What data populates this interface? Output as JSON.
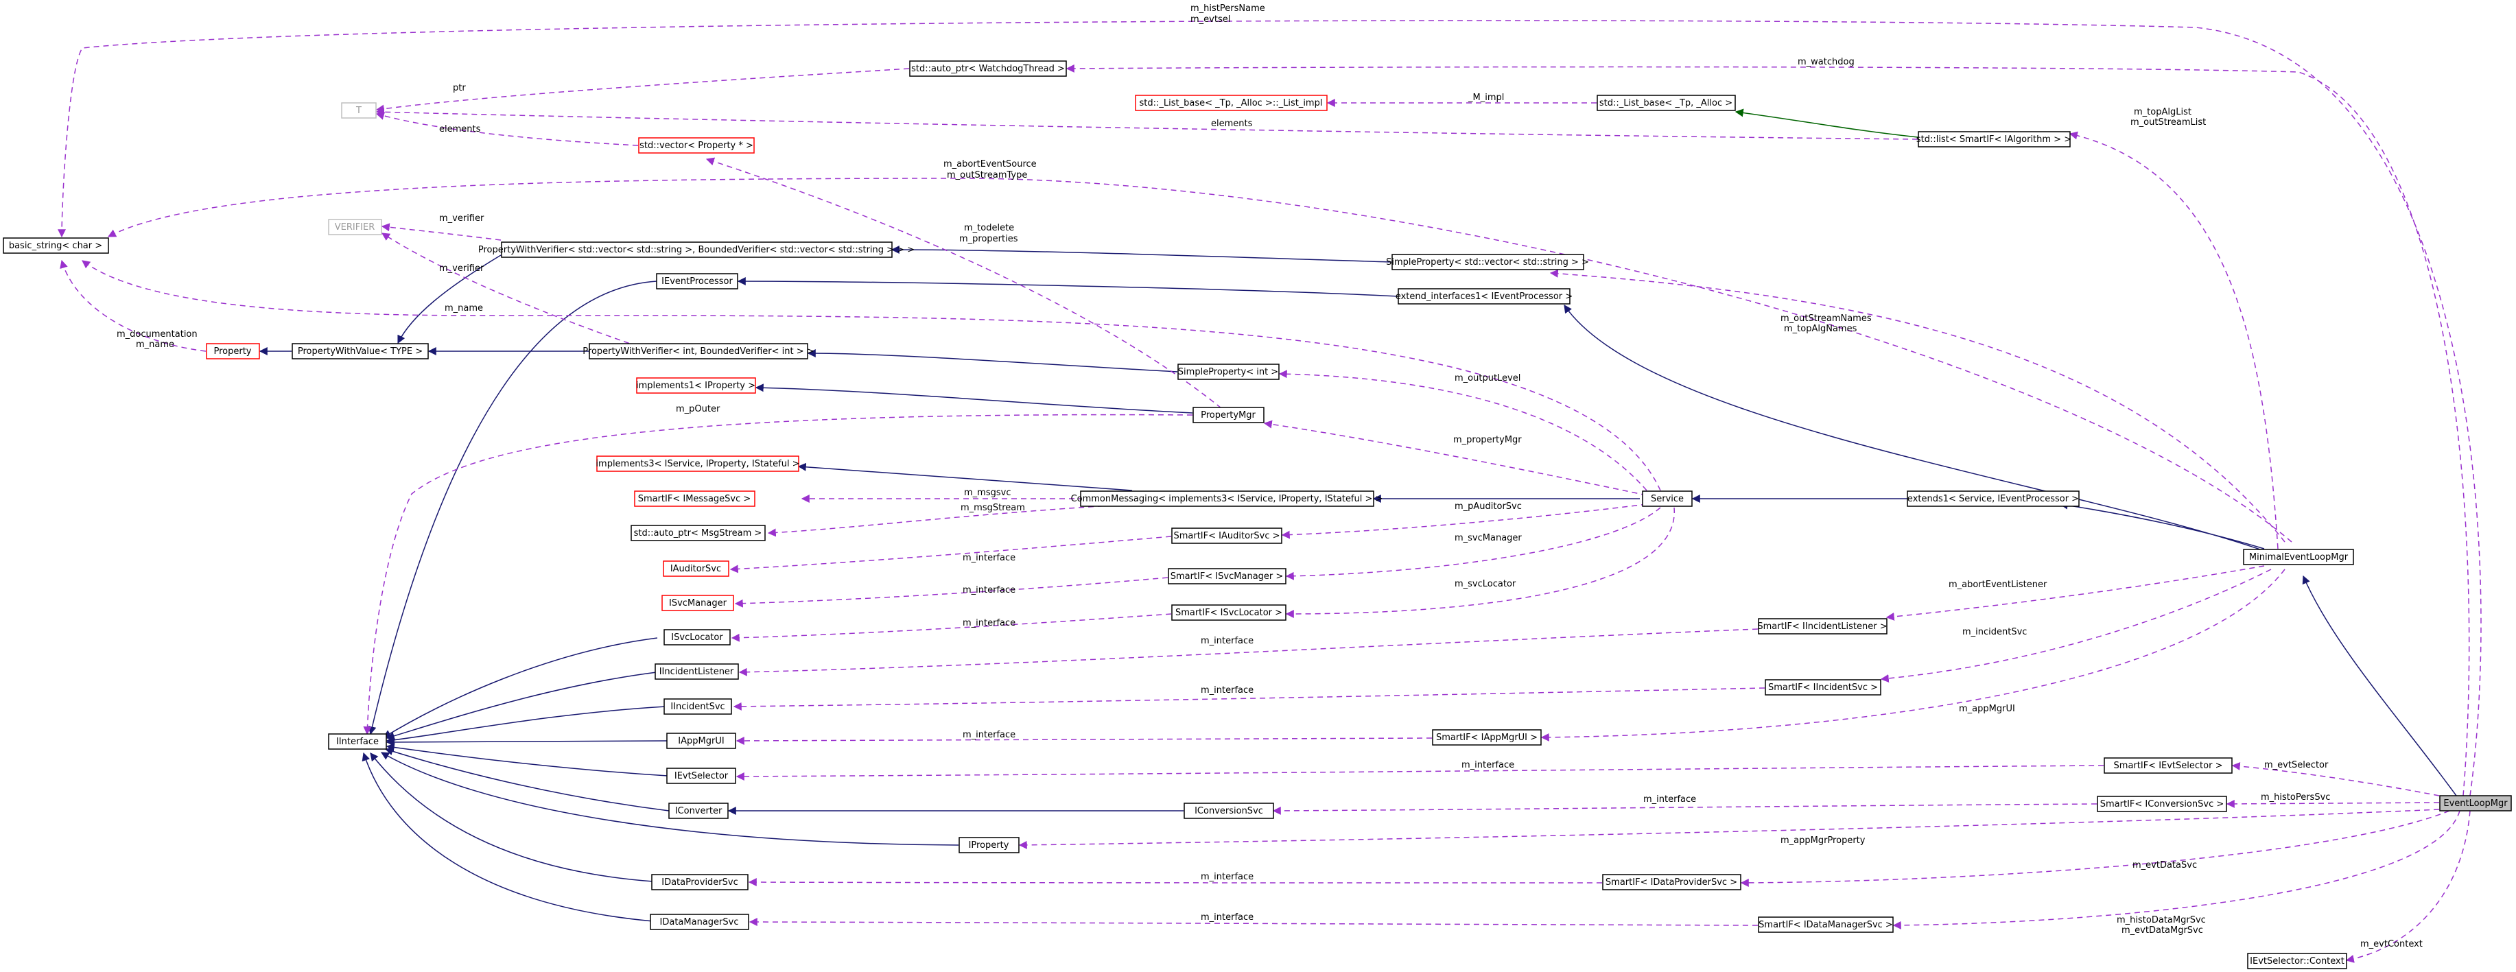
{
  "nodes": {
    "eventloopmgr": "EventLoopMgr",
    "minimaleventloopmgr": "MinimalEventLoopMgr",
    "extends1": "extends1< Service, IEventProcessor >",
    "service": "Service",
    "commonmessaging": "CommonMessaging< implements3< IService, IProperty, IStateful > >",
    "implements3": "implements3< IService, IProperty, IStateful >",
    "smartif_imessagesvc": "SmartIF< IMessageSvc >",
    "autoptr_msgstream": "std::auto_ptr< MsgStream >",
    "iauditorsvc": "IAuditorSvc",
    "isvcmanager": "ISvcManager",
    "isvclocator": "ISvcLocator",
    "iincidentlistener": "IIncidentListener",
    "iincidentsvc": "IIncidentSvc",
    "iappmgrui": "IAppMgrUI",
    "ievtselector": "IEvtSelector",
    "iconverter": "IConverter",
    "iconversionsvc": "IConversionSvc",
    "iproperty": "IProperty",
    "idataprovidersvc": "IDataProviderSvc",
    "idatamanagersvc": "IDataManagerSvc",
    "iinterface": "IInterface",
    "smartif_iauditorsvc": "SmartIF< IAuditorSvc >",
    "smartif_isvcmanager": "SmartIF< ISvcManager >",
    "smartif_isvclocator": "SmartIF< ISvcLocator >",
    "smartif_iincidentlistener": "SmartIF< IIncidentListener >",
    "smartif_iincidentsvc": "SmartIF< IIncidentSvc >",
    "smartif_iappmgrui": "SmartIF< IAppMgrUI >",
    "smartif_ievtselector": "SmartIF< IEvtSelector >",
    "smartif_iconversionsvc": "SmartIF< IConversionSvc >",
    "smartif_idataprovidersvc": "SmartIF< IDataProviderSvc >",
    "smartif_idatamanagersvc": "SmartIF< IDataManagerSvc >",
    "ievtselector_context": "IEvtSelector::Context",
    "propertymgr": "PropertyMgr",
    "implements1_iproperty": "implements1< IProperty >",
    "simpleproperty_int": "SimpleProperty< int >",
    "pwv_int": "PropertyWithVerifier< int, BoundedVerifier< int > >",
    "pwv_type": "PropertyWithValue< TYPE >",
    "property": "Property",
    "basic_string": "basic_string< char >",
    "verifier": "VERIFIER",
    "ieventprocessor": "IEventProcessor",
    "extend_interfaces1": "extend_interfaces1< IEventProcessor >",
    "pwv_vecstring": "PropertyWithVerifier< std::vector< std::string >, BoundedVerifier< std::vector< std::string > > >",
    "simpleproperty_vecstring": "SimpleProperty< std::vector< std::string > >",
    "vector_property": "std::vector< Property * >",
    "T": "T",
    "list_impl": "std::_List_base< _Tp, _Alloc >::_List_impl",
    "list_base": "std::_List_base< _Tp, _Alloc >",
    "list_smartif_ialgorithm": "std::list< SmartIF< IAlgorithm > >",
    "autoptr_watchdog": "std::auto_ptr< WatchdogThread >"
  },
  "edge_labels": {
    "histpersname": "m_histPersName",
    "evtsel": "m_evtsel",
    "watchdog": "m_watchdog",
    "ptr": "ptr",
    "m_impl": "_M_impl",
    "elements1": "elements",
    "elements2": "elements",
    "topalglist": "m_topAlgList",
    "outstreamlist": "m_outStreamList",
    "aborteventsource": "m_abortEventSource",
    "outstreamtype": "m_outStreamType",
    "m_verifier1": "m_verifier",
    "todelete": "m_todelete",
    "properties": "m_properties",
    "m_verifier2": "m_verifier",
    "m_name": "m_name",
    "documentation": "m_documentation",
    "m_name2": "m_name",
    "outstreamnames": "m_outStreamNames",
    "topalgnames": "m_topAlgNames",
    "outputlevel": "m_outputLevel",
    "pouter": "m_pOuter",
    "propertymgr": "m_propertyMgr",
    "msgsvc": "m_msgsvc",
    "msgstream": "m_msgStream",
    "pauditorsvc": "m_pAuditorSvc",
    "svcmanager": "m_svcManager",
    "svclocator": "m_svcLocator",
    "if_auditor": "m_interface",
    "if_svcmanager": "m_interface",
    "if_svclocator": "m_interface",
    "if_incidentlistener": "m_interface",
    "if_incidentsvc": "m_interface",
    "if_appmgrui": "m_interface",
    "if_evtselector": "m_interface",
    "if_conversionsvc": "m_interface",
    "if_dataprovider": "m_interface",
    "if_datamanager": "m_interface",
    "aborteventlistener": "m_abortEventListener",
    "incidentsvc": "m_incidentSvc",
    "appmgrui": "m_appMgrUI",
    "evtselector": "m_evtSelector",
    "histopersvc": "m_histoPersSvc",
    "appmgrproperty": "m_appMgrProperty",
    "evtdatasvc": "m_evtDataSvc",
    "histodatamgrsvc": "m_histoDataMgrSvc",
    "evtdatamgrsvc": "m_evtDataMgrSvc",
    "evtcontext": "m_evtContext"
  },
  "colors": {
    "inheritance": "#191970",
    "inheritance_green": "#006400",
    "usage": "#9a32cd",
    "missing_node_border": "#ff0000",
    "gray_node": "#bfbfbf",
    "selected_node_fill": "#bfbfbf"
  }
}
